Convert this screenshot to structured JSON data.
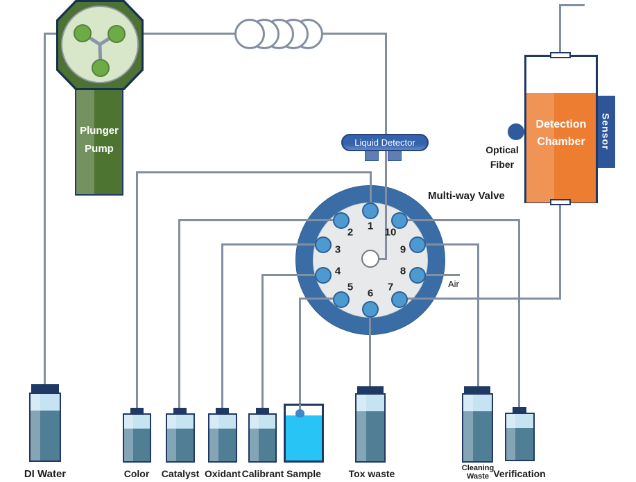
{
  "pump": {
    "line1": "Plunger",
    "line2": "Pump"
  },
  "liquid_detector": {
    "label": "Liquid Detector"
  },
  "valve": {
    "label": "Multi-way Valve",
    "air": "Air",
    "ports": [
      "1",
      "2",
      "3",
      "4",
      "5",
      "6",
      "7",
      "8",
      "9",
      "10"
    ]
  },
  "chamber": {
    "line1": "Detection",
    "line2": "Chamber",
    "sensor": "Sensor"
  },
  "optical_fiber": {
    "line1": "Optical",
    "line2": "Fiber"
  },
  "bottles": {
    "di_water": "DI Water",
    "color": "Color",
    "catalyst": "Catalyst",
    "oxidant": "Oxidant",
    "calibrant": "Calibrant",
    "sample": "Sample",
    "tox_waste": "Tox waste",
    "cleaning_line1": "Cleaning",
    "cleaning_line2": "Waste",
    "verification": "Verification"
  },
  "colors": {
    "tubing_gray": "#838ea0",
    "navy_outline": "#1f3864",
    "valve_ring_blue": "#3a6da6",
    "port_blue": "#4e9ad0",
    "pump_green": "#4e7432",
    "rotor_light_green": "#d8e7c9",
    "roller_green": "#6cab45",
    "detector_blue": "#3562ad",
    "chamber_orange": "#ed7d31",
    "sensor_blue": "#2e5597",
    "fiber_blue": "#2f5b9d",
    "bottle_teal": "#4f7e95",
    "bottle_band_blue": "#c6e3f2",
    "sample_liquid_cyan": "#27c4f5"
  }
}
